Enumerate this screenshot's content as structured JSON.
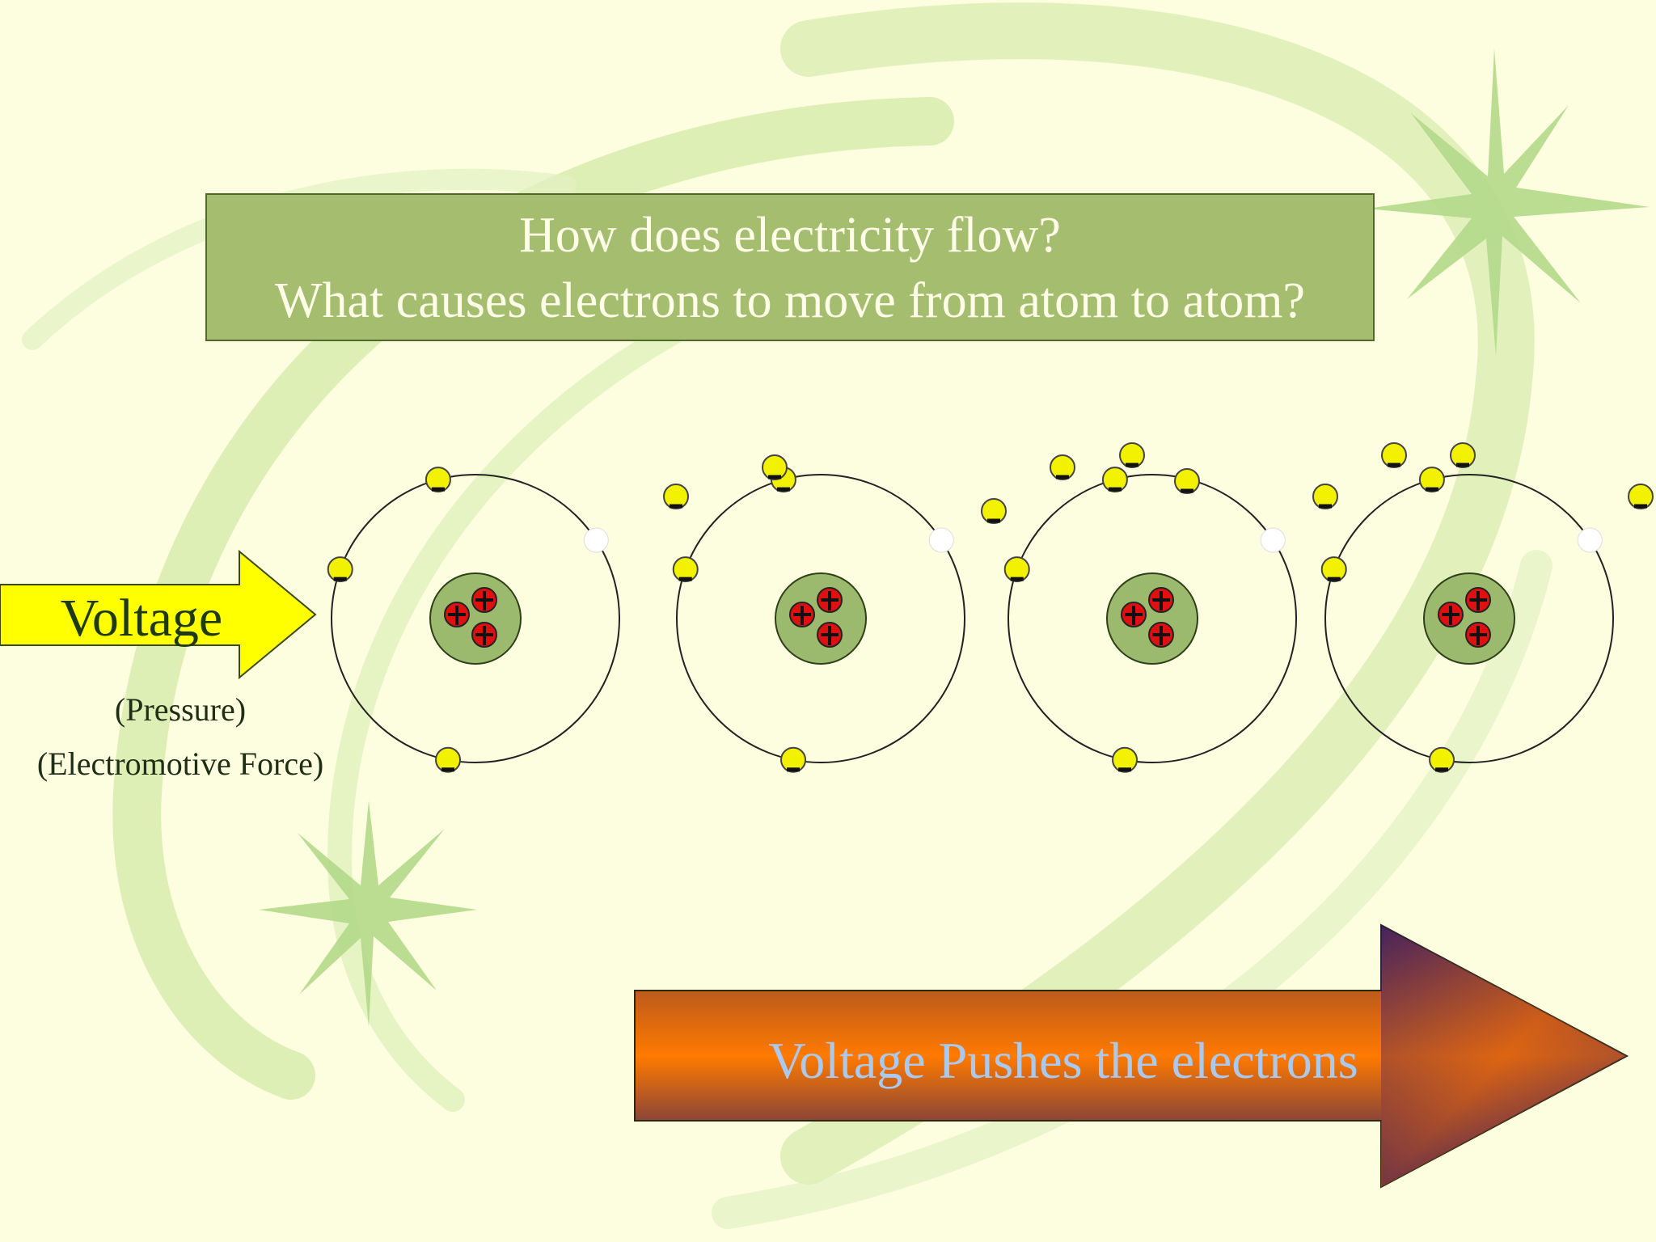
{
  "title": {
    "line1": "How does electricity flow?",
    "line2": "What causes electrons to move from atom to atom?"
  },
  "voltage_arrow": {
    "label": "Voltage",
    "color": "#ffff00"
  },
  "sub_labels": [
    "(Pressure)",
    "(Electromotive Force)"
  ],
  "push_arrow": {
    "label": "Voltage Pushes the electrons"
  },
  "atoms": [
    {
      "protons": 3,
      "electrons_on_orbit": 3,
      "free_electrons": 0,
      "holes": 1
    },
    {
      "protons": 3,
      "electrons_on_orbit": 3,
      "free_electrons": 3,
      "holes": 1
    },
    {
      "protons": 3,
      "electrons_on_orbit": 3,
      "free_electrons": 3,
      "holes": 1
    },
    {
      "protons": 3,
      "electrons_on_orbit": 3,
      "free_electrons": 4,
      "holes": 1
    }
  ],
  "colors": {
    "background": "#fdfde0",
    "swirl": "#cfe7a4",
    "electron": "#f2f200",
    "proton": "#e01010",
    "nucleus": "#9cba6d",
    "title_box": "#a5bd6f"
  }
}
